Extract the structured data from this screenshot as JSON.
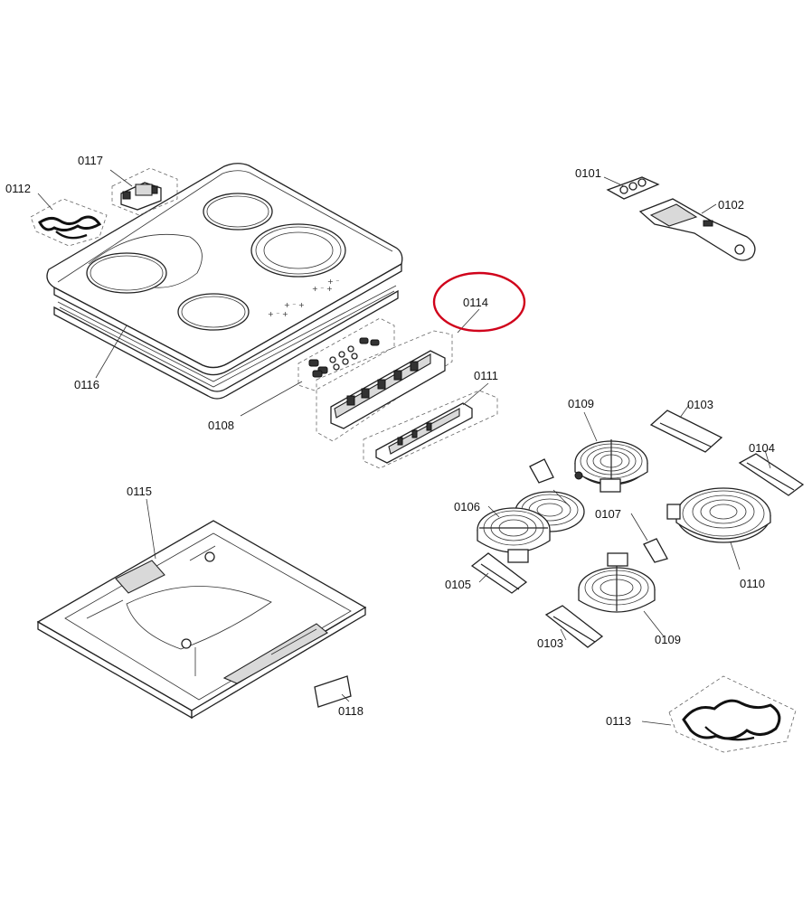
{
  "diagram": {
    "highlight_color": "#d0021b",
    "highlighted_part": "0114",
    "labels": {
      "p0101": "0101",
      "p0102": "0102",
      "p0103a": "0103",
      "p0103b": "0103",
      "p0104": "0104",
      "p0105": "0105",
      "p0106": "0106",
      "p0107": "0107",
      "p0108": "0108",
      "p0109a": "0109",
      "p0109b": "0109",
      "p0110": "0110",
      "p0111": "0111",
      "p0112": "0112",
      "p0113": "0113",
      "p0114": "0114",
      "p0115": "0115",
      "p0116": "0116",
      "p0117": "0117",
      "p0118": "0118"
    }
  }
}
